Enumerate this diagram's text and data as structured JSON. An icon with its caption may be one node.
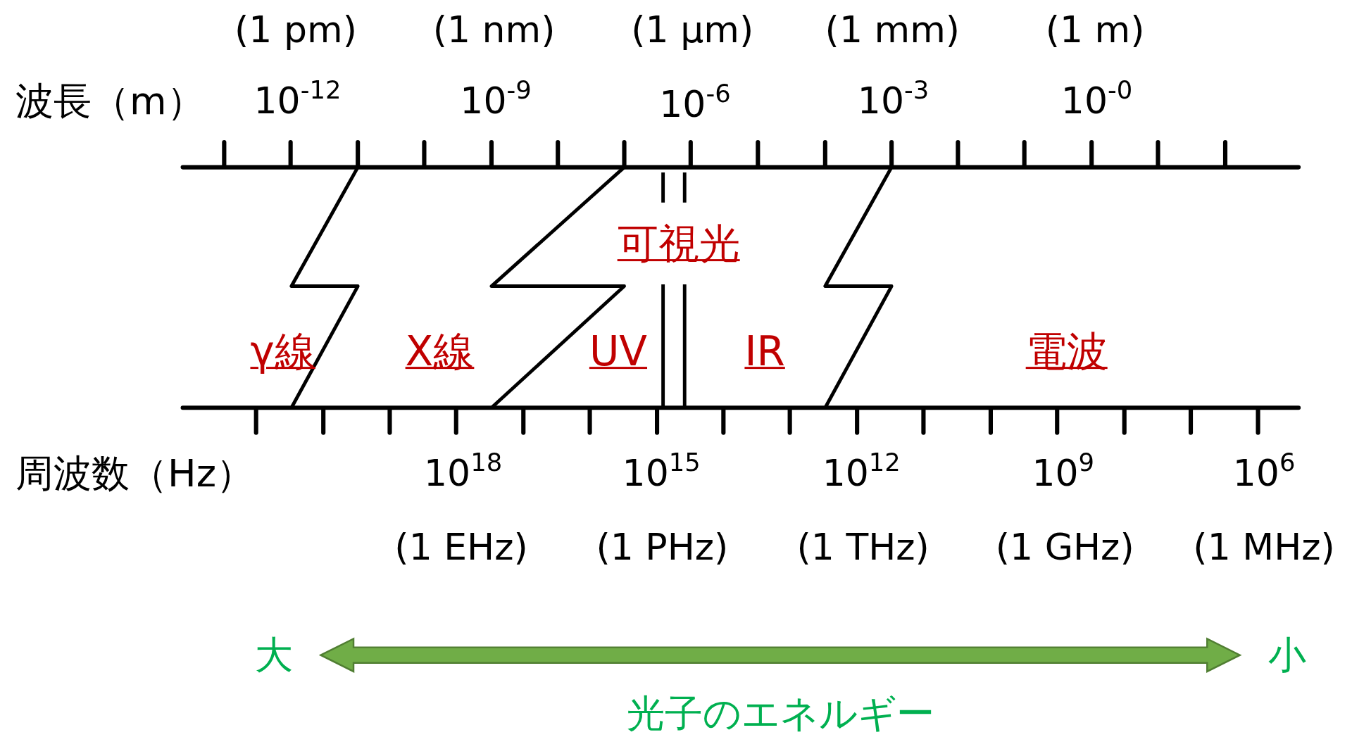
{
  "diagram": {
    "labels": [
      "(1 pm)",
      "(1 nm)",
      "(1 μm)",
      "(1 mm)",
      "(1 m)",
      "波長（m）",
      "10$^{-12}$",
      "10$^{-9}$",
      "10$^{-6}$",
      "10$^{-3}$",
      "10$^{-0}$",
      "可視光",
      "γ線",
      "X線",
      "UV",
      "IR",
      "電波",
      "周波数（Hz）",
      "10$^{18}$",
      "10$^{15}$",
      "10$^{12}$",
      "10$^{9}$",
      "10$^{6}$",
      "(1 EHz)",
      "(1 PHz)",
      "(1 THz)",
      "(1 GHz)",
      "(1 MHz)",
      "大",
      "小",
      "光子のエネルギー"
    ]
  }
}
